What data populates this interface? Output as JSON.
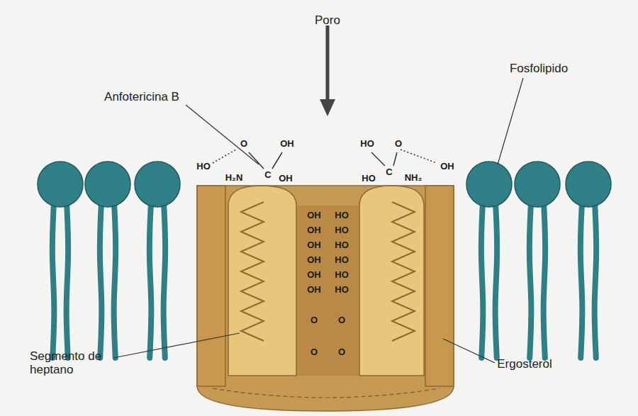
{
  "diagram": {
    "labels": [
      "Poro",
      "Anfotericina B",
      "Fosfolipido",
      "HO",
      "O",
      "OH",
      "H₂N",
      "C",
      "OH",
      "HO",
      "O",
      "OH",
      "HO",
      "C",
      "NH₂",
      "OH",
      "HO",
      "OH",
      "HO",
      "OH",
      "HO",
      "OH",
      "HO",
      "OH",
      "HO",
      "OH",
      "HO",
      "O",
      "O",
      "O",
      "O",
      "Segmento de heptano",
      "Ergosterol"
    ]
  }
}
